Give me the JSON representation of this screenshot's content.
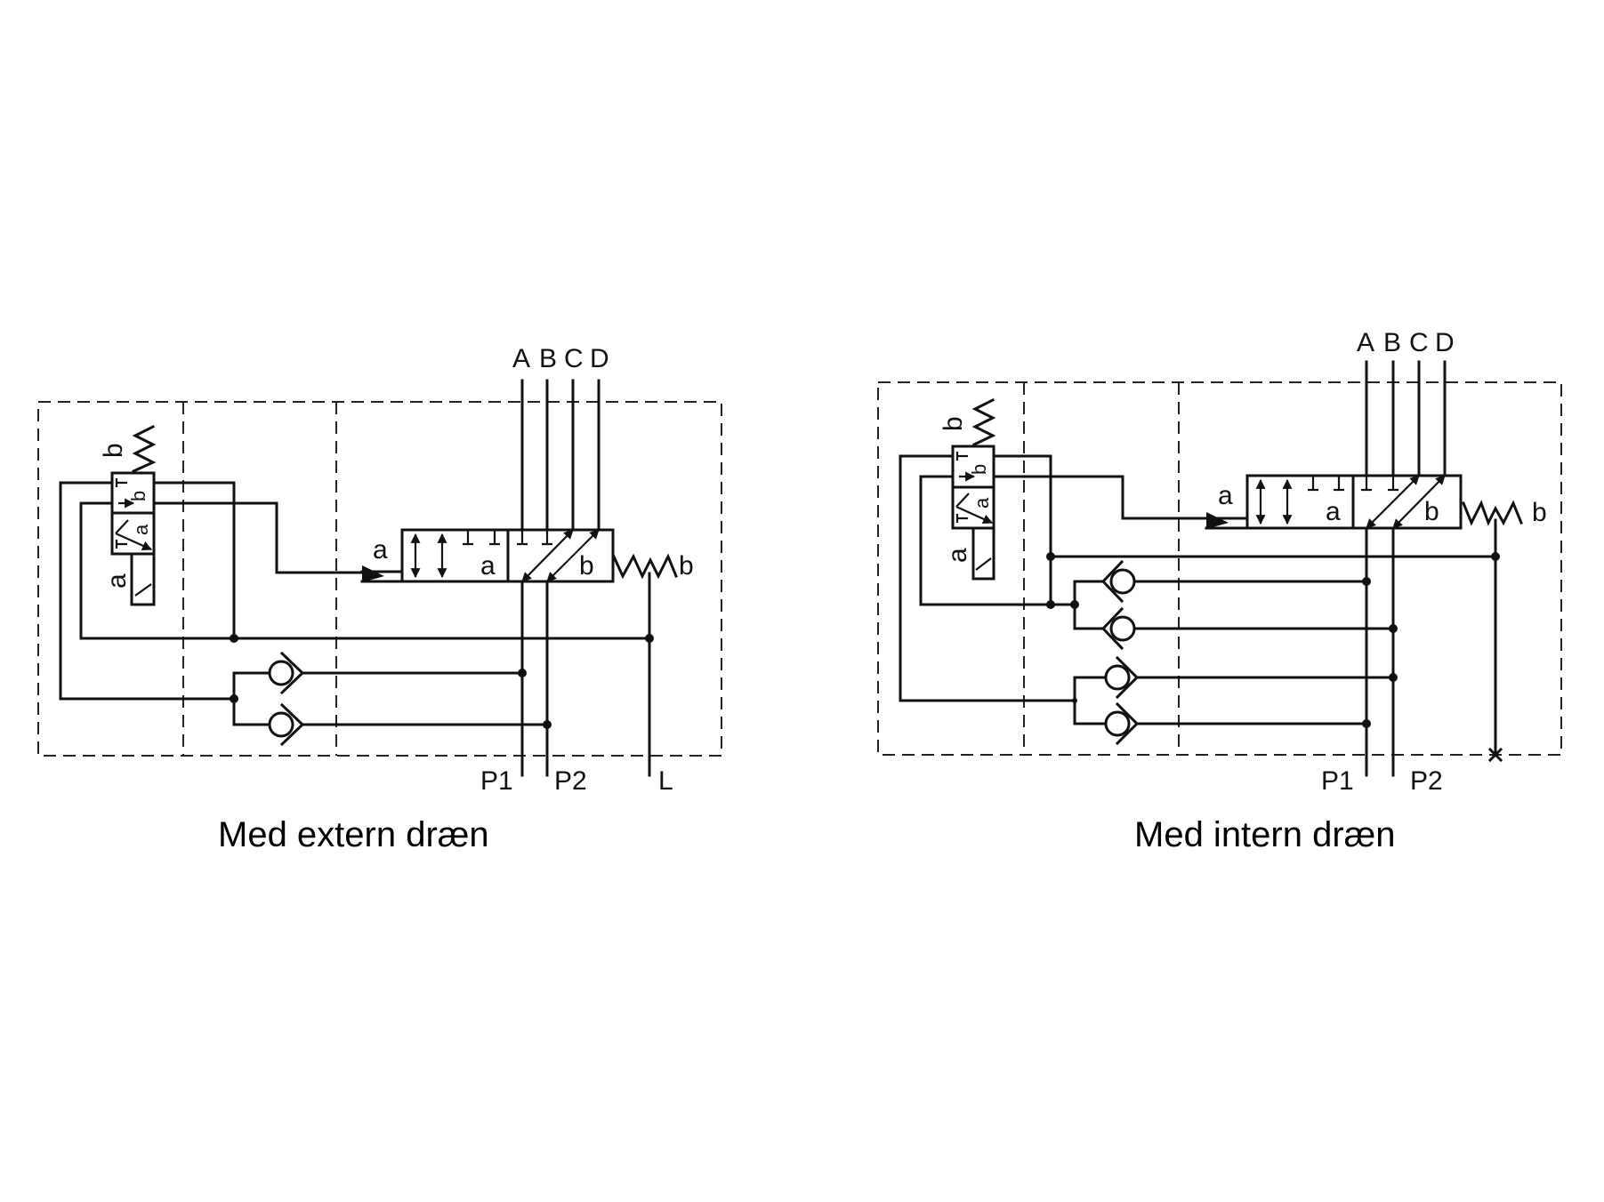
{
  "diagrams": [
    {
      "id": "external",
      "caption": "Med extern dræn",
      "ports_top": [
        "A",
        "B",
        "C",
        "D"
      ],
      "ports_bottom": [
        "P1",
        "P2",
        "L"
      ],
      "main_valve": {
        "left_label": "a",
        "pos_a": "a",
        "pos_b": "b",
        "spring_label": "b"
      },
      "pilot_valve": {
        "spring_label": "b",
        "solenoid_label": "a",
        "pos_a": "a",
        "pos_b": "b"
      },
      "drain": "external"
    },
    {
      "id": "internal",
      "caption": "Med intern dræn",
      "ports_top": [
        "A",
        "B",
        "C",
        "D"
      ],
      "ports_bottom": [
        "P1",
        "P2"
      ],
      "main_valve": {
        "left_label": "a",
        "pos_a": "a",
        "pos_b": "b",
        "spring_label": "b"
      },
      "pilot_valve": {
        "spring_label": "b",
        "solenoid_label": "a",
        "pos_a": "a",
        "pos_b": "b"
      },
      "drain": "internal",
      "drain_plug_symbol": "x"
    }
  ],
  "colors": {
    "line": "#111111",
    "background": "#ffffff"
  }
}
